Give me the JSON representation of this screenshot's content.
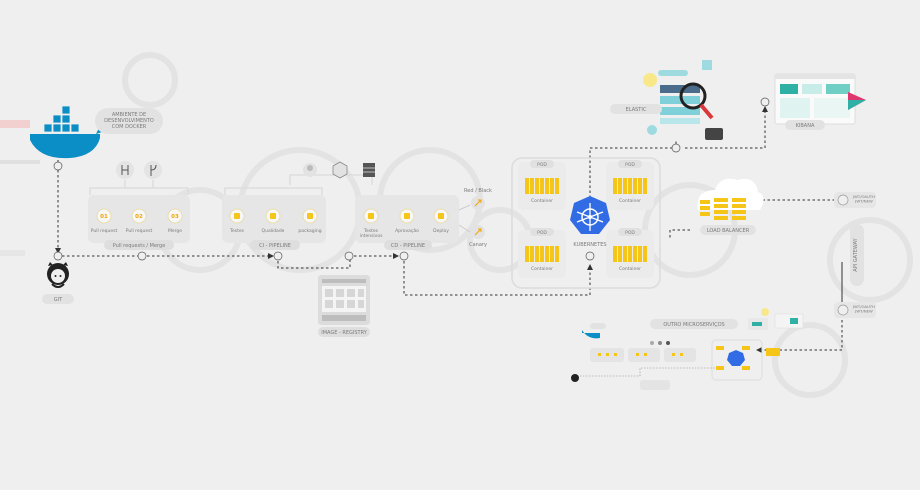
{
  "docker": {
    "label": "AMBIENTE DE\nDESENVOLVIMENTO\nCOM DOCKER"
  },
  "git": {
    "label": "GIT"
  },
  "pull_requests": {
    "steps": [
      {
        "number": "01",
        "label": "Pull request"
      },
      {
        "number": "02",
        "label": "Pull request"
      },
      {
        "number": "03",
        "label": "Merge"
      }
    ],
    "label": "Pull requests / Merge"
  },
  "ci": {
    "steps": [
      {
        "label": "Testes"
      },
      {
        "label": "Qualidade"
      },
      {
        "label": "packaging"
      }
    ],
    "label": "CI - PIPELINE"
  },
  "cd": {
    "steps": [
      {
        "label": "Testes\nintensivos"
      },
      {
        "label": "Aprovação"
      },
      {
        "label": "Deploy"
      }
    ],
    "label": "CD - PIPELINE"
  },
  "registry": {
    "label": "IMAGE - REGISTRY"
  },
  "release": {
    "red_black": "Red / Black",
    "canary": "Canary"
  },
  "kubernetes": {
    "label": "KUBERNETES",
    "pods": [
      {
        "label": "POD",
        "container": "Container"
      },
      {
        "label": "POD",
        "container": "Container"
      },
      {
        "label": "POD",
        "container": "Container"
      },
      {
        "label": "POD",
        "container": "Container"
      }
    ]
  },
  "elastic": {
    "label": "ELASTIC"
  },
  "kibana": {
    "label": "KIBANA"
  },
  "load_balancer": {
    "label": "LOAD BALANCER"
  },
  "api_gateway": {
    "label": "API GATEWAY",
    "top_label": "JWT/OAUTH\nJWT/NEW",
    "bottom_label": "JWT/OAUTH\nJWT/NEW"
  },
  "microservices": {
    "label": "OUTRO MICROSERVIÇOS"
  },
  "colors": {
    "accent": "#f5c518",
    "kube_blue": "#326ce5",
    "docker_blue": "#0b8dc5",
    "line": "#333333",
    "bg": "#efefef"
  }
}
